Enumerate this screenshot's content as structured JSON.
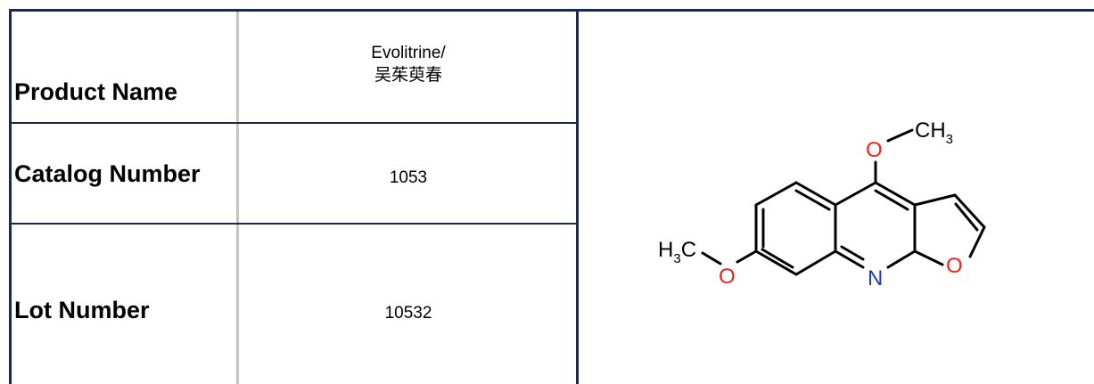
{
  "rows": [
    {
      "label": "Product Name",
      "value_line1": "Evolitrine/",
      "value_line2": "吴茱萸春"
    },
    {
      "label": "Catalog Number",
      "value": "1053"
    },
    {
      "label": "Lot Number",
      "value": "10532"
    }
  ],
  "structure": {
    "atoms": {
      "methyl_top": "CH",
      "methyl_top_sub": "3",
      "methyl_left": "H",
      "methyl_left_sub": "3",
      "methyl_left_c": "C",
      "oxygen": "O",
      "nitrogen": "N"
    },
    "colors": {
      "bond": "#000000",
      "oxygen": "#e8241c",
      "nitrogen": "#1a3ad6"
    }
  },
  "colors": {
    "frame": "#1c2a48",
    "inner_divider": "#c4c4c4"
  }
}
